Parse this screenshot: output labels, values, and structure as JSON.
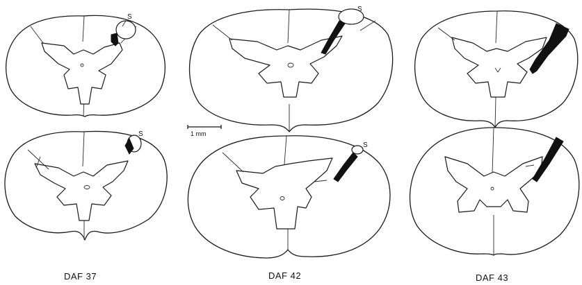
{
  "figure": {
    "marker_label": "S",
    "scale_bar_label": "1 mm",
    "cases": [
      {
        "id": "DAF37",
        "label": "DAF 37"
      },
      {
        "id": "DAF42",
        "label": "DAF 42"
      },
      {
        "id": "DAF43",
        "label": "DAF 43"
      }
    ]
  }
}
